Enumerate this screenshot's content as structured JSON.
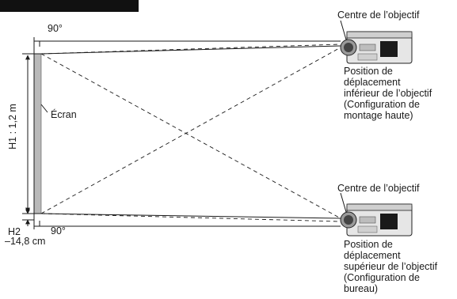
{
  "labels": {
    "lens_center_top": "Centre de l’objectif",
    "lens_center_bottom": "Centre de l’objectif",
    "angle_top": "90°",
    "angle_bottom": "90°",
    "screen": "Écran",
    "h1": "H1 : 1,2 m",
    "h2": "H2",
    "h2_value": "–14,8 cm",
    "caption_top": [
      "Position de",
      "déplacement",
      "inférieur de l’objectif",
      "(Configuration de",
      "montage haute)"
    ],
    "caption_bottom": [
      "Position de",
      "déplacement",
      "supérieur de l’objectif",
      "(Configuration de",
      "bureau)"
    ]
  },
  "colors": {
    "header_bar": "#111111",
    "screen_fill": "#b9b9b9",
    "line": "#1a1a1a"
  }
}
